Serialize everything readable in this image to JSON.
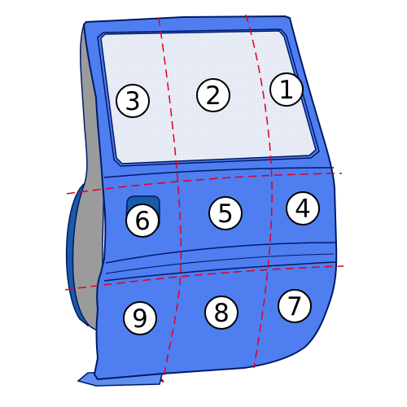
{
  "diagram": {
    "subject": "car-rear-door",
    "zone_labels": [
      "1",
      "2",
      "3",
      "4",
      "5",
      "6",
      "7",
      "8",
      "9"
    ],
    "colors": {
      "door_fill": "#4f7ef0",
      "door_outline": "#001a66",
      "glass_fill": "#e7ebf5",
      "edge_gray": "#9c9c9c",
      "edge_dark_blue": "#1b5aa6",
      "divider_lines": "#e0001a"
    }
  }
}
